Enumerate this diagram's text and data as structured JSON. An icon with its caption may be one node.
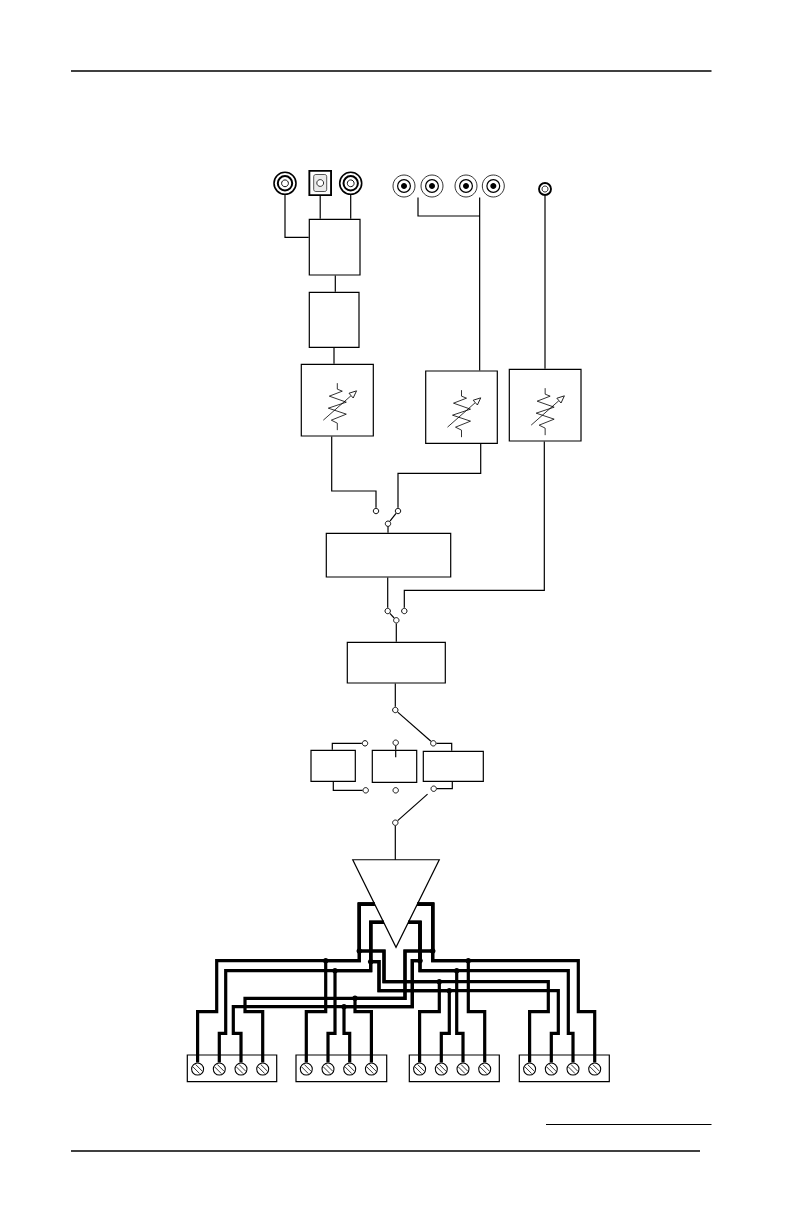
{
  "diagram": {
    "nodes": [
      {
        "text": [],
        "shape": "circle"
      },
      {
        "text": [],
        "shape": "box"
      },
      {
        "text": [],
        "shape": "circle"
      },
      {
        "text": [],
        "shape": "circle"
      },
      {
        "text": [],
        "shape": "circle"
      },
      {
        "text": [],
        "shape": "circle"
      },
      {
        "text": [],
        "shape": "circle"
      },
      {
        "text": [],
        "shape": "circle"
      },
      {
        "text": [],
        "shape": "box"
      },
      {
        "text": [],
        "shape": "box"
      },
      {
        "text": [],
        "shape": "box"
      },
      {
        "text": [],
        "shape": "box"
      },
      {
        "text": [],
        "shape": "box"
      },
      {
        "text": [],
        "shape": "circle"
      },
      {
        "text": [],
        "shape": "circle"
      },
      {
        "text": [],
        "shape": "circle"
      },
      {
        "text": [],
        "shape": "box"
      },
      {
        "text": [],
        "shape": "circle"
      },
      {
        "text": [],
        "shape": "circle"
      },
      {
        "text": [],
        "shape": "circle"
      },
      {
        "text": [],
        "shape": "box"
      },
      {
        "text": [],
        "shape": "circle"
      },
      {
        "text": [],
        "shape": "circle"
      },
      {
        "text": [],
        "shape": "circle"
      },
      {
        "text": [],
        "shape": "circle"
      },
      {
        "text": [],
        "shape": "box"
      },
      {
        "text": [],
        "shape": "box"
      },
      {
        "text": [],
        "shape": "box"
      },
      {
        "text": [],
        "shape": "circle"
      },
      {
        "text": [],
        "shape": "circle"
      },
      {
        "text": [],
        "shape": "circle"
      },
      {
        "text": [],
        "shape": "circle"
      },
      {
        "text": [],
        "shape": "triangle"
      },
      {
        "text": [],
        "shape": "box"
      },
      {
        "text": [],
        "shape": "circle",
        "in": 33
      },
      {
        "text": [],
        "shape": "circle",
        "in": 33
      },
      {
        "text": [],
        "shape": "circle",
        "in": 33
      },
      {
        "text": [],
        "shape": "circle",
        "in": 33
      },
      {
        "text": [],
        "shape": "box"
      },
      {
        "text": [],
        "shape": "circle",
        "in": 38
      },
      {
        "text": [],
        "shape": "circle",
        "in": 38
      },
      {
        "text": [],
        "shape": "circle",
        "in": 38
      },
      {
        "text": [],
        "shape": "circle",
        "in": 38
      },
      {
        "text": [],
        "shape": "box"
      },
      {
        "text": [],
        "shape": "circle",
        "in": 43
      },
      {
        "text": [],
        "shape": "circle",
        "in": 43
      },
      {
        "text": [],
        "shape": "circle",
        "in": 43
      },
      {
        "text": [],
        "shape": "circle",
        "in": 43
      },
      {
        "text": [],
        "shape": "box"
      },
      {
        "text": [],
        "shape": "circle",
        "in": 48
      },
      {
        "text": [],
        "shape": "circle",
        "in": 48
      },
      {
        "text": [],
        "shape": "circle",
        "in": 48
      },
      {
        "text": [],
        "shape": "circle",
        "in": 48
      }
    ],
    "edges": [
      {
        "from": 0,
        "to": 8,
        "arrow": "none"
      },
      {
        "from": 1,
        "to": 8,
        "arrow": "none"
      },
      {
        "from": 2,
        "to": 8,
        "arrow": "none"
      },
      {
        "from": 8,
        "to": 9,
        "arrow": "none"
      },
      {
        "from": 9,
        "to": 10,
        "arrow": "none"
      },
      {
        "from": 3,
        "to": 11,
        "arrow": "none"
      },
      {
        "from": 4,
        "to": 11,
        "arrow": "none"
      },
      {
        "from": 5,
        "to": 11,
        "arrow": "none"
      },
      {
        "from": 6,
        "to": 11,
        "arrow": "none"
      },
      {
        "from": 7,
        "to": 12,
        "arrow": "none"
      },
      {
        "from": 10,
        "to": 13,
        "arrow": "none"
      },
      {
        "from": 11,
        "to": 14,
        "arrow": "none"
      },
      {
        "from": 15,
        "to": 14,
        "arrow": "none"
      },
      {
        "from": 15,
        "to": 16,
        "arrow": "none"
      },
      {
        "from": 16,
        "to": 17,
        "arrow": "none"
      },
      {
        "from": 12,
        "to": 18,
        "arrow": "none"
      },
      {
        "from": 19,
        "to": 17,
        "arrow": "none"
      },
      {
        "from": 19,
        "to": 20,
        "arrow": "none"
      },
      {
        "from": 20,
        "to": 21,
        "arrow": "none"
      },
      {
        "from": 21,
        "to": 24,
        "arrow": "none"
      },
      {
        "from": 22,
        "to": 25,
        "arrow": "none"
      },
      {
        "from": 23,
        "to": 26,
        "arrow": "none"
      },
      {
        "from": 24,
        "to": 27,
        "arrow": "none"
      },
      {
        "from": 25,
        "to": 28,
        "arrow": "none"
      },
      {
        "from": 27,
        "to": 30,
        "arrow": "none"
      },
      {
        "from": 31,
        "to": 30,
        "arrow": "none"
      },
      {
        "from": 31,
        "to": 32,
        "arrow": "none"
      },
      {
        "from": 32,
        "to": 34,
        "arrow": "none",
        "style": "thick"
      },
      {
        "from": 32,
        "to": 35,
        "arrow": "none",
        "style": "thick"
      },
      {
        "from": 32,
        "to": 36,
        "arrow": "none",
        "style": "thick"
      },
      {
        "from": 32,
        "to": 37,
        "arrow": "none",
        "style": "thick"
      },
      {
        "from": 32,
        "to": 39,
        "arrow": "none",
        "style": "thick"
      },
      {
        "from": 32,
        "to": 40,
        "arrow": "none",
        "style": "thick"
      },
      {
        "from": 32,
        "to": 41,
        "arrow": "none",
        "style": "thick"
      },
      {
        "from": 32,
        "to": 42,
        "arrow": "none",
        "style": "thick"
      },
      {
        "from": 32,
        "to": 44,
        "arrow": "none",
        "style": "thick"
      },
      {
        "from": 32,
        "to": 45,
        "arrow": "none",
        "style": "thick"
      },
      {
        "from": 32,
        "to": 46,
        "arrow": "none",
        "style": "thick"
      },
      {
        "from": 32,
        "to": 47,
        "arrow": "none",
        "style": "thick"
      },
      {
        "from": 32,
        "to": 49,
        "arrow": "none",
        "style": "thick"
      },
      {
        "from": 32,
        "to": 50,
        "arrow": "none",
        "style": "thick"
      },
      {
        "from": 32,
        "to": 51,
        "arrow": "none",
        "style": "thick"
      },
      {
        "from": 32,
        "to": 52,
        "arrow": "none",
        "style": "thick"
      }
    ]
  }
}
